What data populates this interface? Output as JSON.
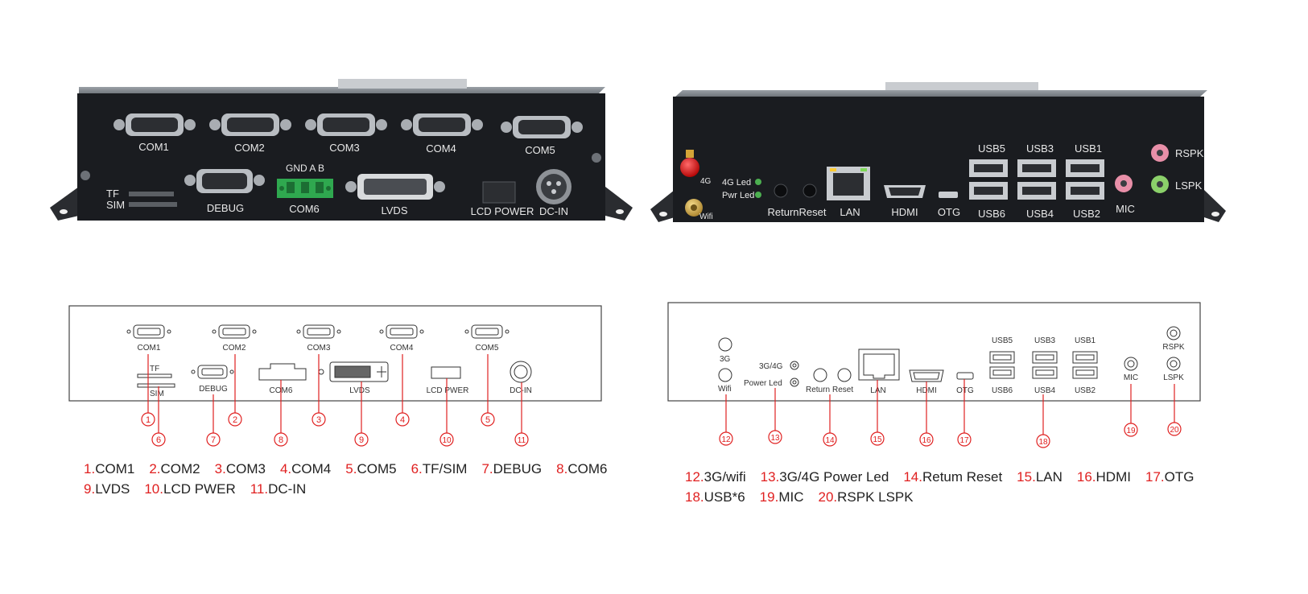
{
  "colors": {
    "device_body": "#1a1c20",
    "callout_red": "#e02020",
    "outline_dark": "#333333"
  },
  "photo_front": {
    "com_labels": [
      "COM1",
      "COM2",
      "COM3",
      "COM4",
      "COM5"
    ],
    "tf": "TF",
    "sim": "SIM",
    "debug": "DEBUG",
    "gnd_ab": "GND  A  B",
    "com6": "COM6",
    "lvds": "LVDS",
    "lcd_power": "LCD POWER",
    "dc_in": "DC-IN"
  },
  "photo_back": {
    "ant_4g": "4G",
    "ant_wifi": "Wifi",
    "led_4g": "4G Led",
    "led_pwr": "Pwr Led",
    "return_reset": "ReturnReset",
    "lan": "LAN",
    "hdmi": "HDMI",
    "otg": "OTG",
    "usb_top": [
      "USB5",
      "USB3",
      "USB1"
    ],
    "usb_bottom": [
      "USB6",
      "USB4",
      "USB2"
    ],
    "mic": "MIC",
    "rspk": "RSPK",
    "lspk": "LSPK"
  },
  "diagram_front": {
    "com_labels": [
      "COM1",
      "COM2",
      "COM3",
      "COM4",
      "COM5"
    ],
    "tf": "TF",
    "sim": "SIM",
    "debug": "DEBUG",
    "com6": "COM6",
    "lvds": "LVDS",
    "lcd_pwer": "LCD PWER",
    "dc_in": "DC-IN",
    "callouts": [
      "1",
      "6",
      "2",
      "7",
      "8",
      "3",
      "9",
      "4",
      "10",
      "5",
      "11"
    ]
  },
  "diagram_back": {
    "g3": "3G",
    "wifi": "Wifi",
    "g34": "3G/4G",
    "power_led": "Power Led",
    "return": "Return",
    "reset": "Reset",
    "lan": "LAN",
    "hdmi": "HDMI",
    "otg": "OTG",
    "usb_top": [
      "USB5",
      "USB3",
      "USB1"
    ],
    "usb_bottom": [
      "USB6",
      "USB4",
      "USB2"
    ],
    "mic": "MIC",
    "rspk": "RSPK",
    "lspk": "LSPK",
    "callouts": [
      "12",
      "13",
      "14",
      "15",
      "16",
      "17",
      "18",
      "19",
      "20"
    ]
  },
  "legend_left": {
    "line1": [
      {
        "num": "1.",
        "label": "COM1"
      },
      {
        "num": "2.",
        "label": "COM2"
      },
      {
        "num": "3.",
        "label": "COM3"
      },
      {
        "num": "4.",
        "label": "COM4"
      },
      {
        "num": "5.",
        "label": "COM5"
      },
      {
        "num": "6.",
        "label": "TF/SIM"
      },
      {
        "num": "7.",
        "label": "DEBUG"
      },
      {
        "num": "8.",
        "label": "COM6"
      }
    ],
    "line2": [
      {
        "num": "9.",
        "label": "LVDS"
      },
      {
        "num": "10.",
        "label": "LCD PWER"
      },
      {
        "num": "11.",
        "label": "DC-IN"
      }
    ]
  },
  "legend_right": {
    "line1": [
      {
        "num": "12.",
        "label": "3G/wifi"
      },
      {
        "num": "13.",
        "label": "3G/4G  Power Led"
      },
      {
        "num": "14.",
        "label": "Retum Reset"
      },
      {
        "num": "15.",
        "label": "LAN"
      },
      {
        "num": "16.",
        "label": "HDMI"
      },
      {
        "num": "17.",
        "label": "OTG"
      }
    ],
    "line2": [
      {
        "num": "18.",
        "label": "USB*6"
      },
      {
        "num": "19.",
        "label": "MIC"
      },
      {
        "num": "20.",
        "label": "RSPK  LSPK"
      }
    ]
  }
}
